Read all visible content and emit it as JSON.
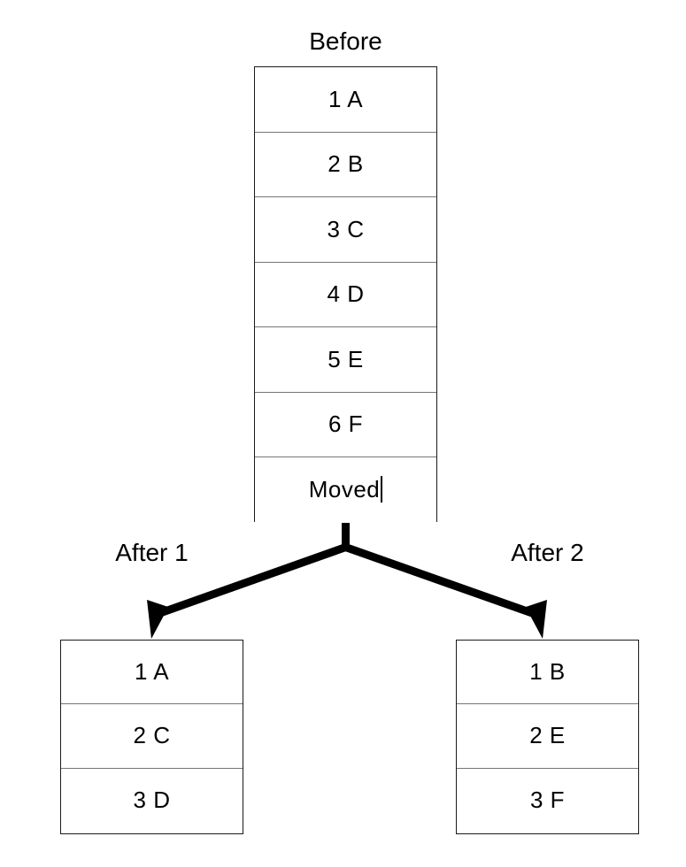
{
  "diagram": {
    "type": "split-table-diagram",
    "background_color": "#ffffff",
    "line_color": "#000000",
    "border_color": "#1a1a1a",
    "divider_color": "#767676",
    "text_color": "#000000"
  },
  "before": {
    "title": "Before",
    "rows": [
      {
        "text": "1 A"
      },
      {
        "text": "2 B"
      },
      {
        "text": "3 C"
      },
      {
        "text": "4 D"
      },
      {
        "text": "5 E"
      },
      {
        "text": "6 F"
      },
      {
        "text": "Moved",
        "editing": true
      }
    ]
  },
  "after_1": {
    "title": "After 1",
    "rows": [
      {
        "text": "1 A"
      },
      {
        "text": "2 C"
      },
      {
        "text": "3 D"
      }
    ]
  },
  "after_2": {
    "title": "After 2",
    "rows": [
      {
        "text": "1 B"
      },
      {
        "text": "2 E"
      },
      {
        "text": "3 F"
      }
    ]
  },
  "connectors": [
    {
      "name": "stem",
      "from": "before-bottom",
      "to": "branch-point"
    },
    {
      "name": "branch-left",
      "from": "branch-point",
      "to": "after-1-top",
      "arrowhead": true
    },
    {
      "name": "branch-right",
      "from": "branch-point",
      "to": "after-2-top",
      "arrowhead": true
    }
  ]
}
